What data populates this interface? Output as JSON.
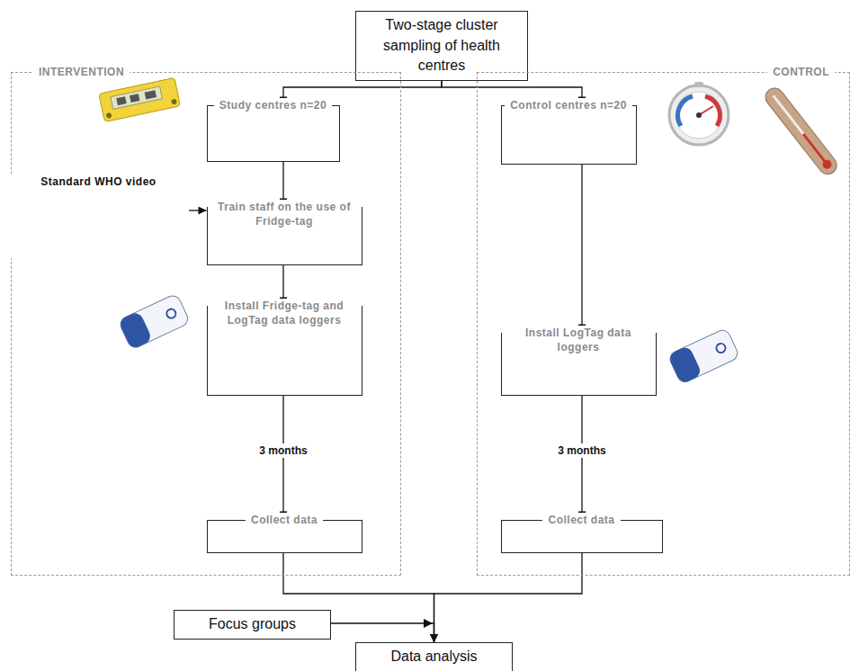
{
  "diagram": {
    "nodes": [
      {
        "text": [
          "Two-stage cluster sampling of health centres"
        ]
      },
      {
        "text": [
          "INTERVENTION"
        ]
      },
      {
        "text": [
          "Study centres n=20"
        ],
        "in": 1
      },
      {
        "text": [
          "Standard WHO video"
        ],
        "in": 1
      },
      {
        "text": [
          "Train staff on the use of Fridge-tag"
        ],
        "in": 1
      },
      {
        "text": [
          "Install Fridge-tag and LogTag data loggers"
        ],
        "in": 1
      },
      {
        "text": [
          "Collect data"
        ],
        "in": 1
      },
      {
        "text": [
          "CONTROL"
        ]
      },
      {
        "text": [
          "Control centres n=20"
        ],
        "in": 7
      },
      {
        "text": [
          "Install LogTag data loggers"
        ],
        "in": 7
      },
      {
        "text": [
          "Collect data"
        ],
        "in": 7
      },
      {
        "text": [
          "Focus groups"
        ]
      },
      {
        "text": [
          "Data analysis"
        ]
      }
    ],
    "edges": [
      {
        "from": 0,
        "to": 2,
        "arrow": "to"
      },
      {
        "from": 0,
        "to": 8,
        "arrow": "to"
      },
      {
        "from": 2,
        "to": 4,
        "arrow": "to"
      },
      {
        "from": 3,
        "to": 4,
        "arrow": "to"
      },
      {
        "from": 4,
        "to": 5,
        "arrow": "to"
      },
      {
        "from": 5,
        "to": 6,
        "label": "3 months",
        "arrow": "to"
      },
      {
        "from": 8,
        "to": 9,
        "arrow": "to"
      },
      {
        "from": 9,
        "to": 10,
        "label": "3 months",
        "arrow": "to"
      },
      {
        "from": 6,
        "to": 12,
        "arrow": "to"
      },
      {
        "from": 10,
        "to": 12,
        "arrow": "to"
      },
      {
        "from": 11,
        "to": 12,
        "arrow": "to"
      }
    ]
  }
}
